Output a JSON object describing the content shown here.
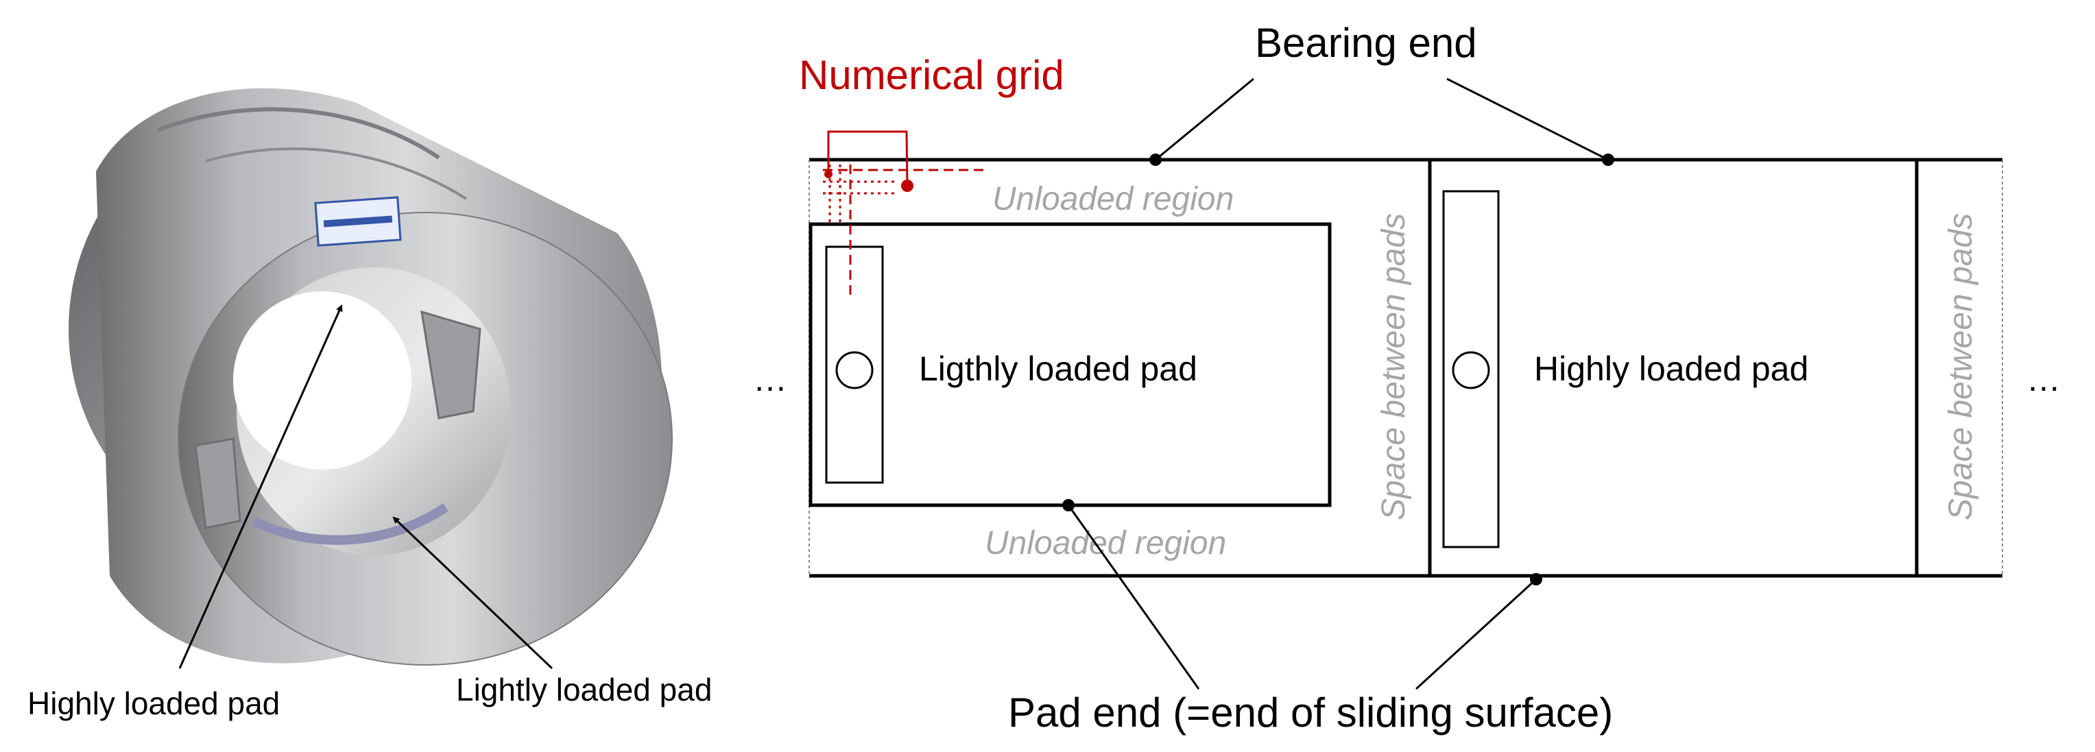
{
  "photo": {
    "label_highly": "Highly loaded  pad",
    "label_lightly": "Lightly loaded  pad"
  },
  "diagram": {
    "bearing_end": "Bearing end",
    "numerical_grid": "Numerical grid",
    "unloaded_region_top": "Unloaded region",
    "unloaded_region_bottom": "Unloaded region",
    "space_between_pads_1": "Space between pads",
    "space_between_pads_2": "Space between pads",
    "lightly_pad": "Ligthly loaded pad",
    "highly_pad": "Highly loaded pad",
    "pad_end": "Pad end (=end of sliding surface)",
    "ellipsis_left": "…",
    "ellipsis_right": "…"
  },
  "colors": {
    "accent_red": "#c00000",
    "faint_text": "#a6a6a6",
    "line": "#000000"
  }
}
